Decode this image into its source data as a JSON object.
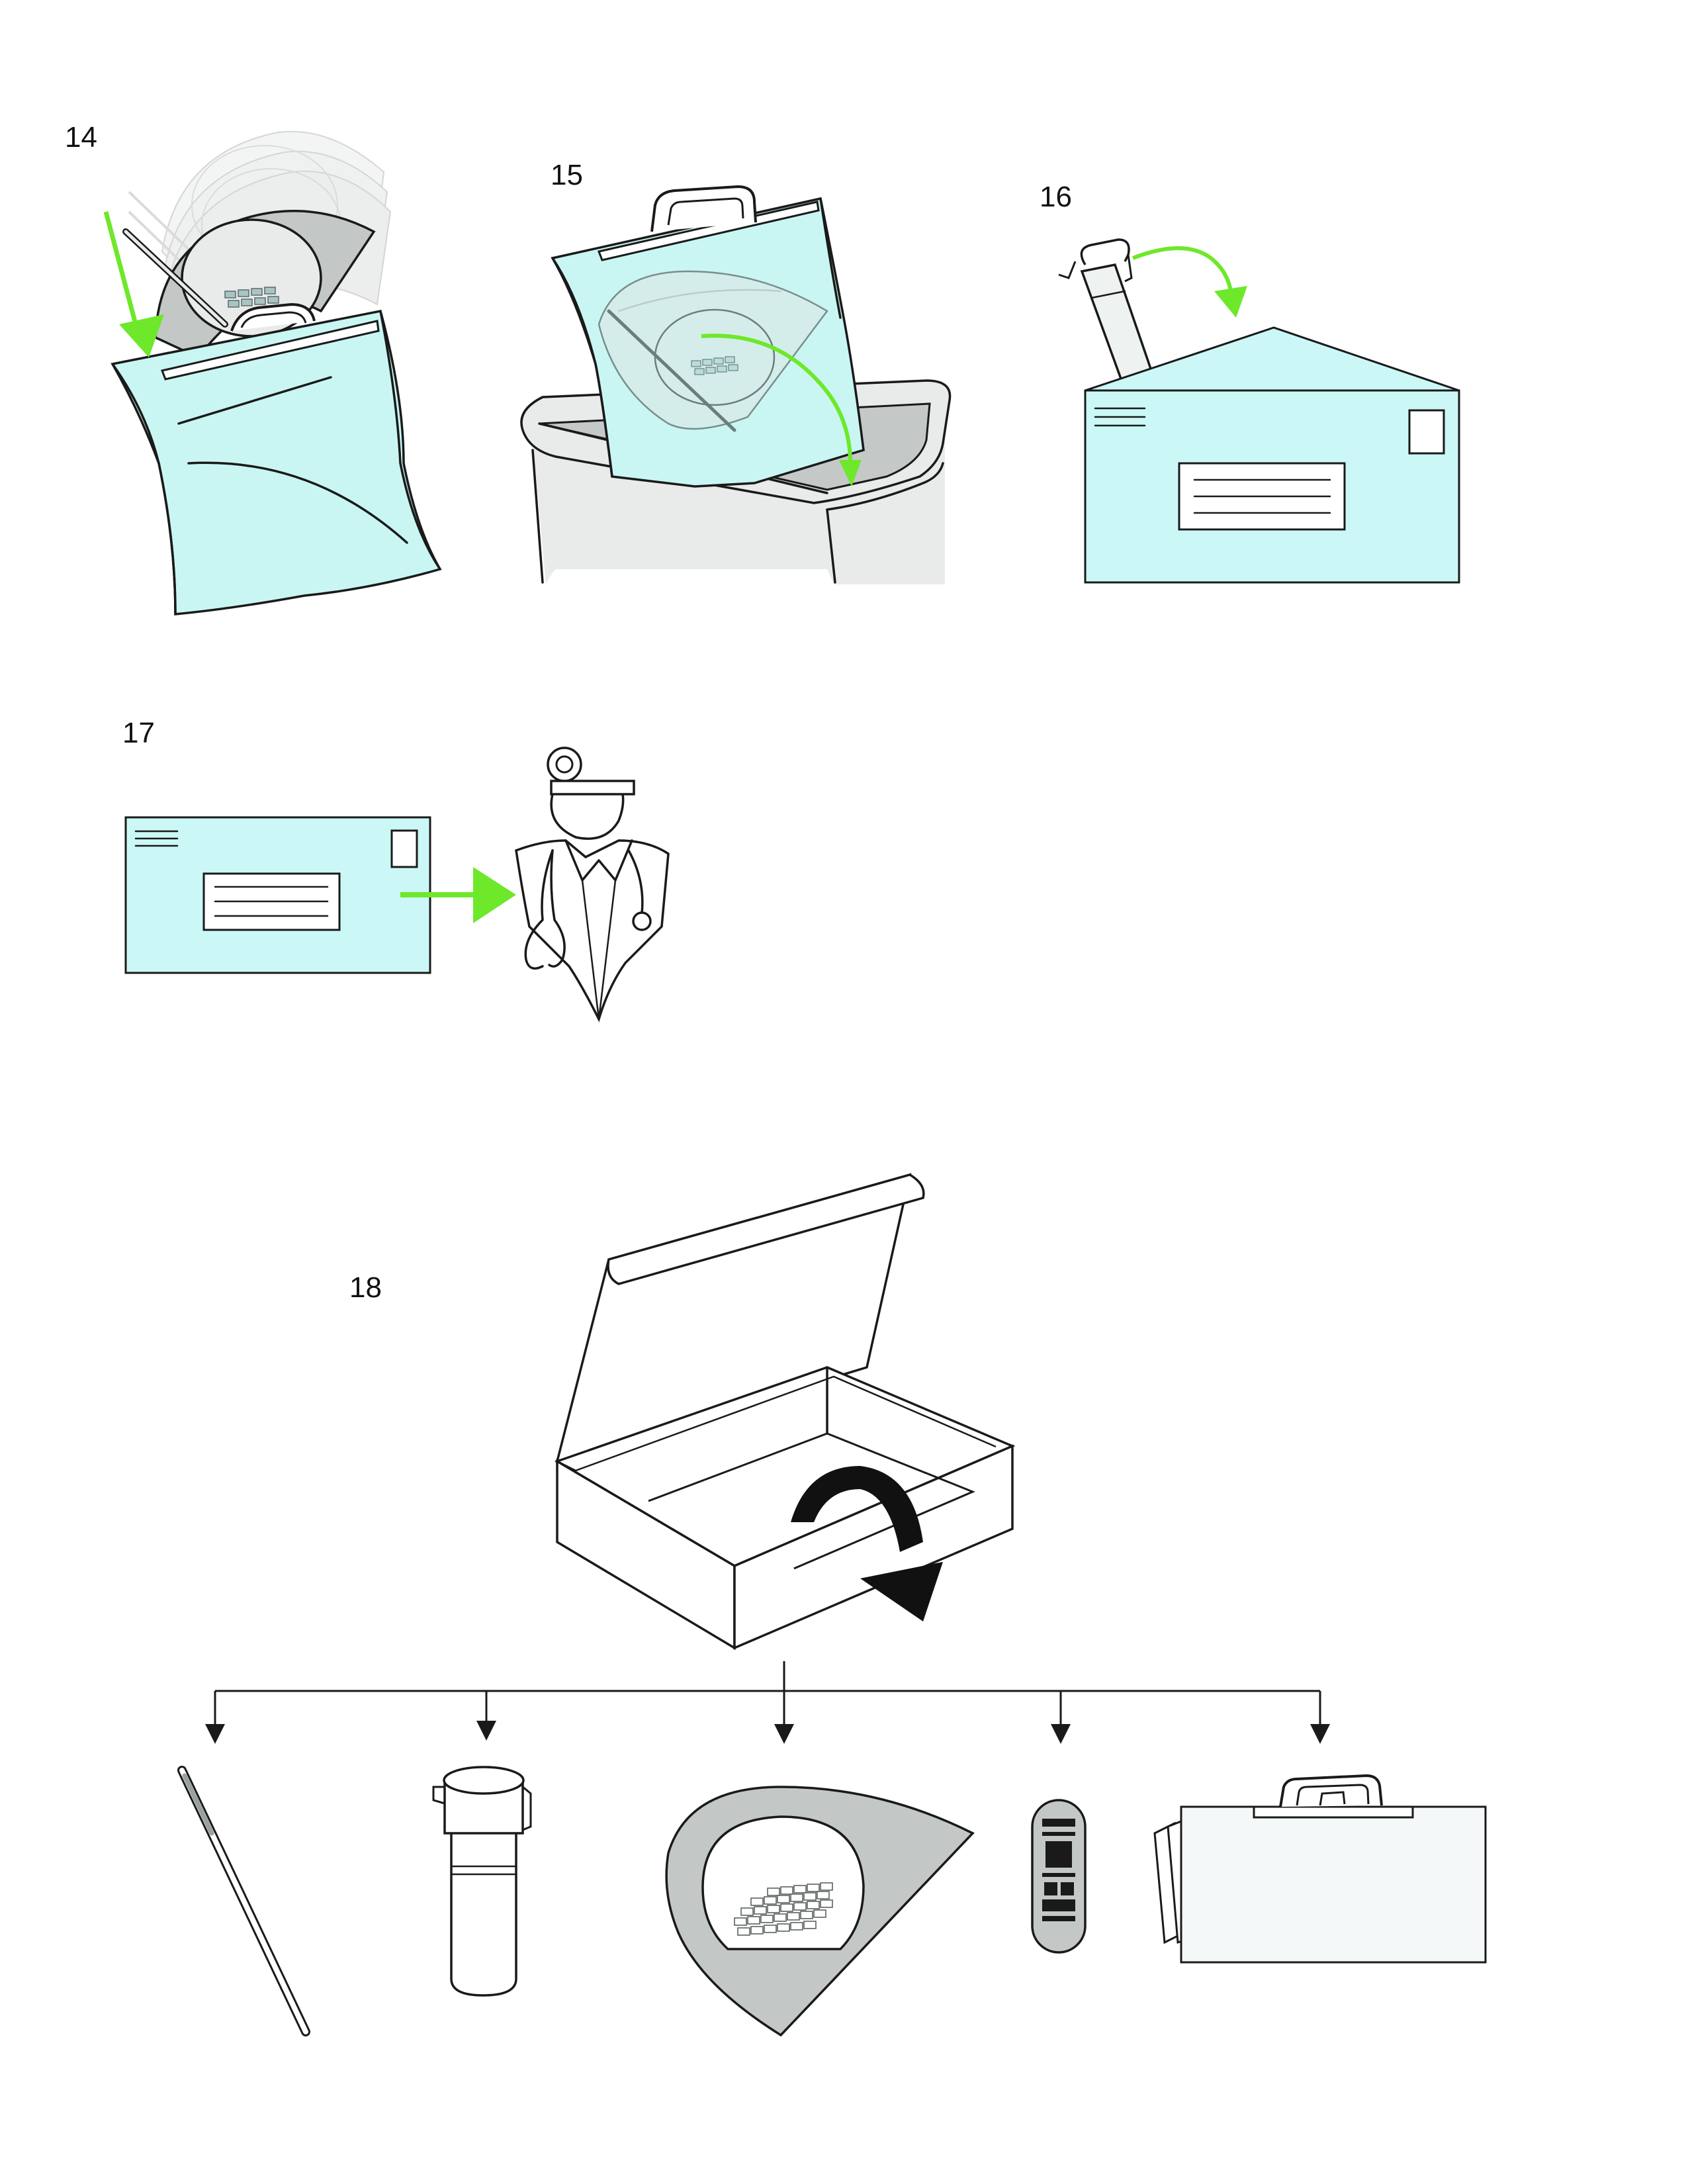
{
  "steps": [
    {
      "number": "14"
    },
    {
      "number": "15"
    },
    {
      "number": "16"
    },
    {
      "number": "17"
    },
    {
      "number": "18"
    }
  ],
  "colors": {
    "accent_arrow": "#6ee82a",
    "bag_fill": "#c9f6f3",
    "envelope_fill": "#cbf8f6",
    "bin_fill": "#e8ebea",
    "bin_inner": "#c4c9c8",
    "collector_gray": "#c3c8c7",
    "ink": "#1a1a1a"
  },
  "icons": {
    "step14": [
      "sample-bag-icon",
      "stool-collector-icon",
      "green-arrow-icon"
    ],
    "step15": [
      "sample-bag-icon",
      "waste-bin-icon",
      "green-arrow-icon"
    ],
    "step16": [
      "sample-tube-icon",
      "envelope-icon",
      "green-arrow-icon"
    ],
    "step17": [
      "envelope-icon",
      "green-arrow-icon",
      "doctor-icon"
    ],
    "step18": [
      "open-box-icon",
      "black-arrow-icon",
      "stick-icon",
      "sample-tube-icon",
      "stool-collector-icon",
      "label-icon",
      "bag-icon"
    ]
  }
}
